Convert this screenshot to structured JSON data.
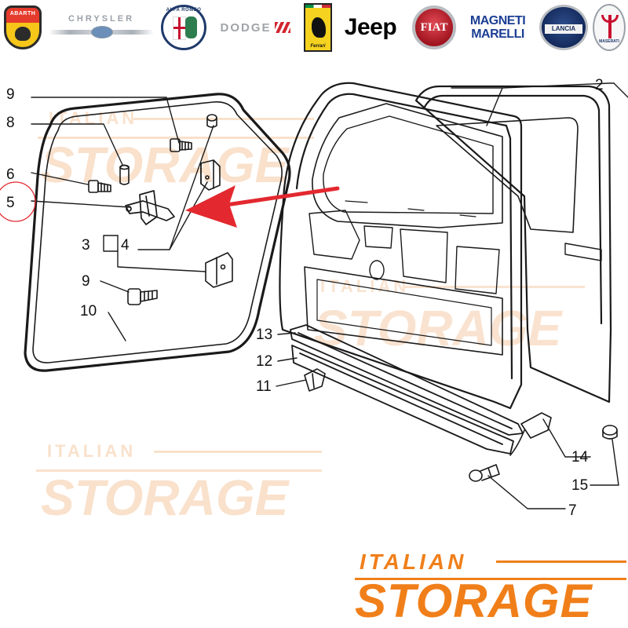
{
  "brands": {
    "abarth": "ABARTH",
    "chrysler": "CHRYSLER",
    "alfa_romeo": "ALFA ROMEO",
    "dodge": "DODGE",
    "ferrari": "Ferrari",
    "jeep": "Jeep",
    "fiat": "FIAT",
    "magneti_marelli_line1": "MAGNETI",
    "magneti_marelli_line2": "MARELLI",
    "lancia": "LANCIA",
    "maserati": "MASERATI"
  },
  "watermark": {
    "small": "ITALIAN",
    "big": "STORAGE"
  },
  "footer": {
    "small": "ITALIAN",
    "big": "STORAGE"
  },
  "callouts": {
    "c2": "2",
    "c3": "3",
    "c4": "4",
    "c5": "5",
    "c6": "6",
    "c7": "7",
    "c8": "8",
    "c9a": "9",
    "c9b": "9",
    "c10": "10",
    "c11": "11",
    "c12": "12",
    "c13": "13",
    "c14": "14",
    "c15": "15"
  },
  "colors": {
    "accent_orange": "#f07f1a",
    "highlight_red": "#e3282f",
    "line": "#1a1a1a"
  }
}
